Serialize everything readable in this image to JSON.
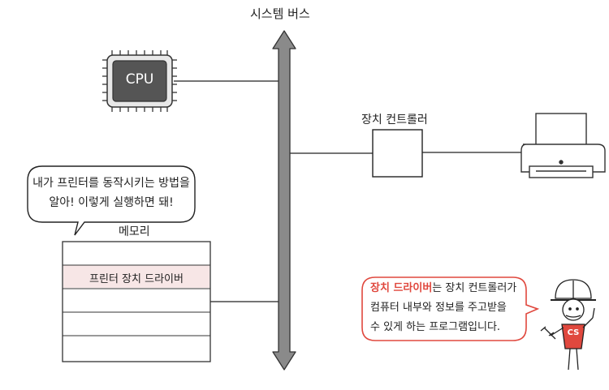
{
  "bus": {
    "label": "시스템 버스"
  },
  "cpu": {
    "label": "CPU"
  },
  "controller": {
    "label": "장치 컨트롤러"
  },
  "memory": {
    "label": "메모리",
    "highlighted_row": "프린터 장치 드라이버"
  },
  "speech_left": {
    "line1": "내가 프린터를 동작시키는 방법을",
    "line2": "알아! 이렇게 실행하면 돼!"
  },
  "speech_right": {
    "highlight": "장치 드라이버",
    "line1_rest": "는 장치 컨트롤러가",
    "line2": "컴퓨터 내부와 정보를 주고받을",
    "line3": "수 있게 하는 프로그램입니다."
  },
  "character": {
    "shirt_text": "CS"
  },
  "colors": {
    "accent": "#e0483e",
    "bus": "#8a8a8a",
    "memory_highlight": "#f7e6e6",
    "cpu_chip": "#555555"
  }
}
